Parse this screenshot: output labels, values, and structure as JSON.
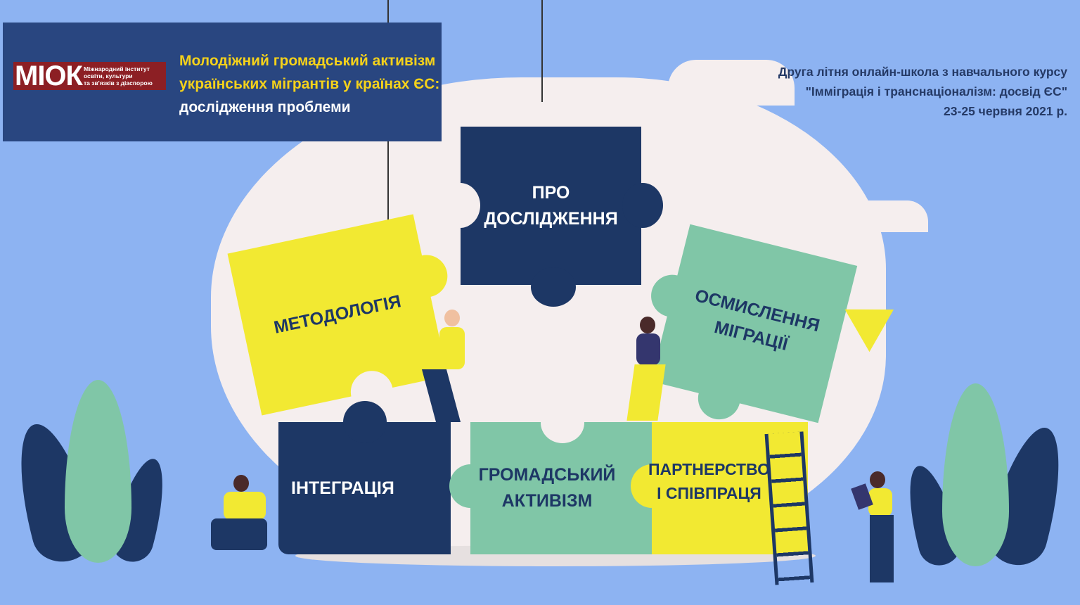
{
  "header": {
    "logo": {
      "abbr": "МІОК",
      "line1": "Міжнародний інститут",
      "line2": "освіти, культури",
      "line3": "та зв'язків з діаспорою"
    },
    "title_line1": "Молодіжний громадський активізм",
    "title_line2": "українських мігрантів у країнах ЄС:",
    "title_line3": "дослідження проблеми"
  },
  "event": {
    "line1": "Друга літня онлайн-школа з навчального курсу",
    "line2": "\"Імміграція і транснаціоналізм: досвід ЄС\"",
    "line3": "23-25 червня 2021 р."
  },
  "pieces": {
    "about": {
      "line1": "ПРО",
      "line2": "ДОСЛІДЖЕННЯ"
    },
    "methodology": {
      "line1": "МЕТОДОЛОГІЯ"
    },
    "migration": {
      "line1": "ОСМИСЛЕННЯ",
      "line2": "МІГРАЦІЇ"
    },
    "integration": {
      "line1": "ІНТЕГРАЦІЯ"
    },
    "activism": {
      "line1": "ГРОМАДСЬКИЙ",
      "line2": "АКТИВІЗМ"
    },
    "partnership": {
      "line1": "ПАРТНЕРСТВО",
      "line2": "І СПІВПРАЦЯ"
    }
  },
  "colors": {
    "background": "#8db3f2",
    "navy": "#1d3765",
    "yellow": "#f2e932",
    "green": "#80c6a7",
    "header": "#294680",
    "logo": "#8c1f24"
  }
}
